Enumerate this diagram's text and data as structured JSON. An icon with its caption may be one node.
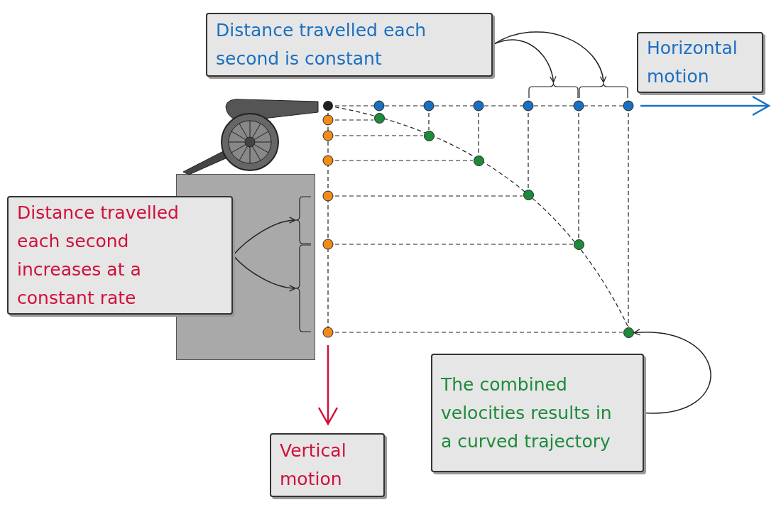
{
  "diagram": {
    "nodes": [
      {
        "text": [
          "Distance travelled each second is constant"
        ]
      },
      {
        "text": [
          "Horizontal motion"
        ]
      },
      {
        "text": [
          "Distance travelled each second increases at a constant rate"
        ]
      },
      {
        "text": [
          "Vertical motion"
        ]
      },
      {
        "text": [
          "The combined velocities results in a curved trajectory"
        ]
      },
      {
        "text": [],
        "shape": "brace"
      },
      {
        "text": [],
        "shape": "brace"
      },
      {
        "text": [],
        "shape": "brace"
      },
      {
        "text": [],
        "shape": "brace"
      },
      {
        "text": [],
        "shape": "circle"
      },
      {
        "text": [],
        "shape": "circle"
      },
      {
        "text": [],
        "shape": "circle"
      },
      {
        "text": [],
        "shape": "circle"
      },
      {
        "text": [],
        "shape": "circle"
      },
      {
        "text": [],
        "shape": "circle"
      }
    ],
    "edges": [
      {
        "from": 0,
        "to": 5,
        "arrow": "to"
      },
      {
        "from": 0,
        "to": 6,
        "arrow": "to"
      },
      {
        "from": 2,
        "to": 7,
        "arrow": "to"
      },
      {
        "from": 2,
        "to": 8,
        "arrow": "to"
      },
      {
        "from": 4,
        "to": 14,
        "arrow": "to"
      }
    ]
  }
}
